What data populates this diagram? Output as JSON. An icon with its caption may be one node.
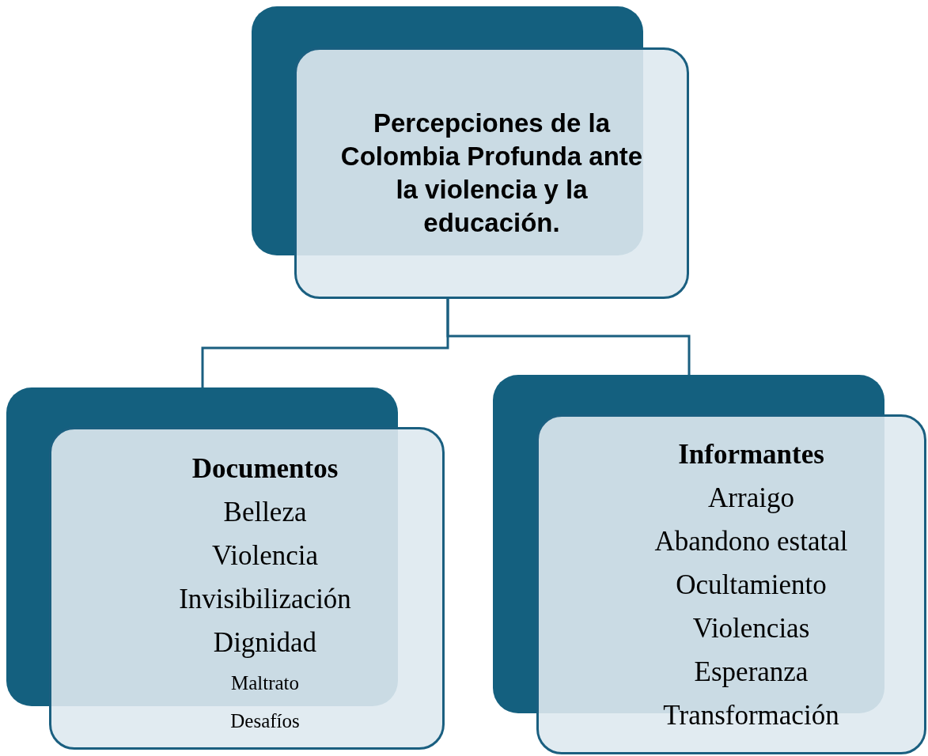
{
  "diagram": {
    "nodes": [
      {
        "text": [
          "Percepciones de la Colombia Profunda ante la violencia y la educación."
        ]
      },
      {
        "text": [
          "Documentos",
          "Belleza",
          "Violencia",
          "Invisibilización",
          "Dignidad",
          "Maltrato",
          "Desafíos"
        ]
      },
      {
        "text": [
          "Informantes",
          "Arraigo",
          "Abandono estatal",
          "Ocultamiento",
          "Violencias",
          "Esperanza",
          "Transformación"
        ]
      }
    ],
    "edges": [
      {
        "from": 0,
        "to": 1,
        "arrow": "none"
      },
      {
        "from": 0,
        "to": 2,
        "arrow": "none"
      }
    ]
  }
}
